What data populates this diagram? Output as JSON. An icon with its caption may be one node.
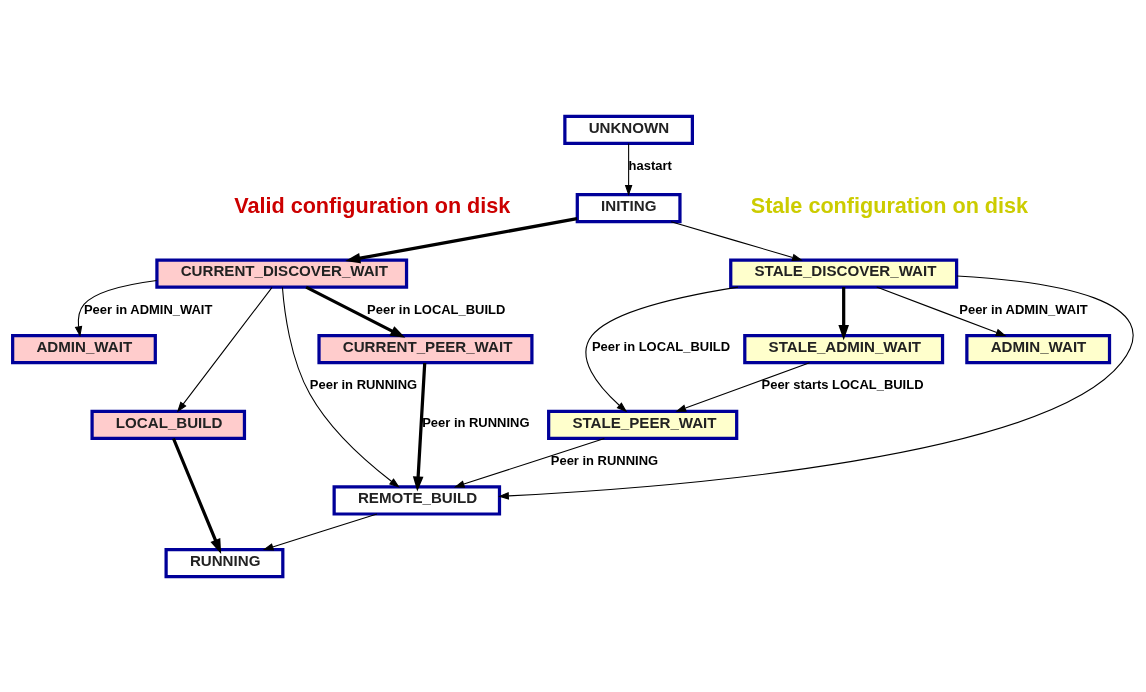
{
  "diagram": {
    "nodes": [
      {
        "text": [
          "UNKNOWN"
        ]
      },
      {
        "text": [
          "INITING"
        ]
      },
      {
        "text": [
          "CURRENT_DISCOVER_WAIT"
        ]
      },
      {
        "text": [
          "STALE_DISCOVER_WAIT"
        ]
      },
      {
        "text": [
          "ADMIN_WAIT"
        ]
      },
      {
        "text": [
          "CURRENT_PEER_WAIT"
        ]
      },
      {
        "text": [
          "STALE_ADMIN_WAIT"
        ]
      },
      {
        "text": [
          "ADMIN_WAIT"
        ]
      },
      {
        "text": [
          "LOCAL_BUILD"
        ]
      },
      {
        "text": [
          "STALE_PEER_WAIT"
        ]
      },
      {
        "text": [
          "REMOTE_BUILD"
        ]
      },
      {
        "text": [
          "RUNNING"
        ]
      }
    ],
    "edges": [
      {
        "from": 0,
        "to": 1,
        "arrow": "to",
        "label": "hastart"
      },
      {
        "from": 1,
        "to": 2,
        "arrow": "to",
        "style": "thick"
      },
      {
        "from": 1,
        "to": 3,
        "arrow": "to"
      },
      {
        "from": 2,
        "to": 4,
        "arrow": "to",
        "label": "Peer in ADMIN_WAIT"
      },
      {
        "from": 2,
        "to": 5,
        "arrow": "to",
        "label": "Peer in LOCAL_BUILD",
        "style": "thick"
      },
      {
        "from": 2,
        "to": 8,
        "arrow": "to"
      },
      {
        "from": 2,
        "to": 10,
        "arrow": "to",
        "label": "Peer in RUNNING"
      },
      {
        "from": 3,
        "to": 10,
        "arrow": "to"
      },
      {
        "from": 3,
        "to": 6,
        "arrow": "to",
        "style": "thick"
      },
      {
        "from": 3,
        "to": 9,
        "arrow": "to",
        "label": "Peer in LOCAL_BUILD"
      },
      {
        "from": 3,
        "to": 7,
        "arrow": "to",
        "label": "Peer in ADMIN_WAIT"
      },
      {
        "from": 6,
        "to": 9,
        "arrow": "to",
        "label": "Peer starts LOCAL_BUILD"
      },
      {
        "from": 5,
        "to": 10,
        "arrow": "to",
        "label": "Peer in RUNNING",
        "style": "thick"
      },
      {
        "from": 9,
        "to": 10,
        "arrow": "to",
        "label": "Peer in RUNNING"
      },
      {
        "from": 8,
        "to": 11,
        "arrow": "to",
        "style": "thick"
      },
      {
        "from": 10,
        "to": 11,
        "arrow": "to"
      }
    ],
    "labels": [
      "Valid configuration on disk",
      "Stale configuration on disk"
    ]
  }
}
